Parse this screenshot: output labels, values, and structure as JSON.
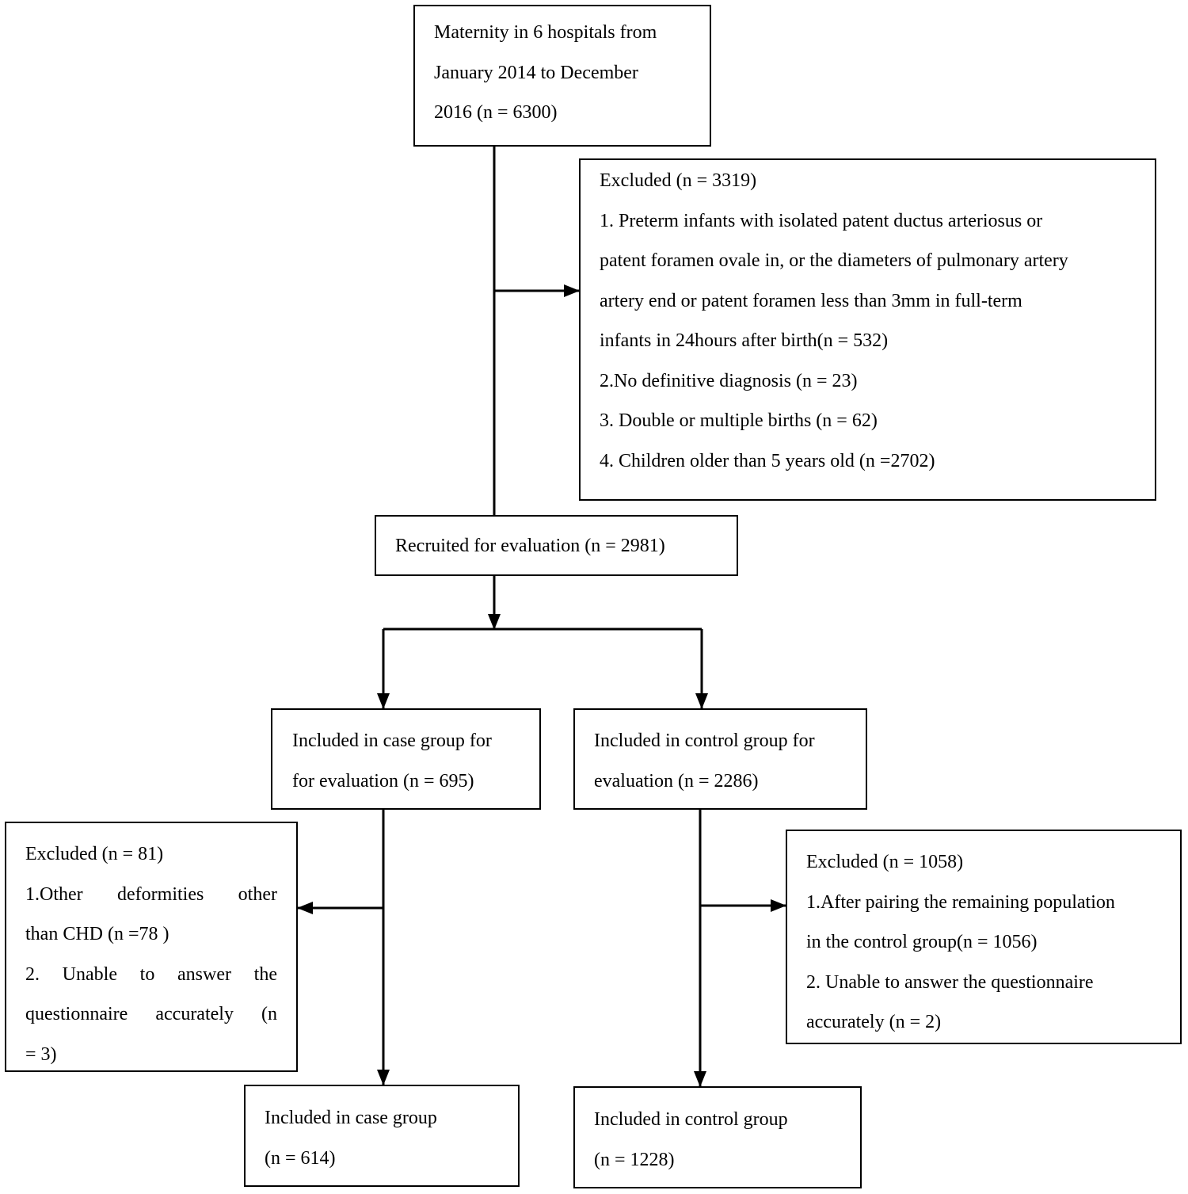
{
  "boxes": {
    "maternity": {
      "lines": [
        "Maternity in 6 hospitals from",
        "January 2014 to December",
        "2016 (n = 6300)"
      ]
    },
    "excluded_main": {
      "lines": [
        "Excluded (n = 3319)",
        "1. Preterm infants with isolated patent ductus arteriosus or",
        "patent foramen ovale in, or the diameters of pulmonary artery",
        "artery end or patent foramen less than 3mm in full-term",
        "infants in 24hours after birth(n = 532)",
        "2.No definitive diagnosis (n = 23)",
        "3. Double or multiple births (n = 62)",
        "4. Children older than 5 years old (n =2702)"
      ]
    },
    "recruited": {
      "lines": [
        "Recruited for evaluation (n = 2981)"
      ]
    },
    "case_eval": {
      "lines": [
        "Included in case group for",
        "for evaluation (n = 695)"
      ]
    },
    "control_eval": {
      "lines": [
        "Included in control group for",
        "evaluation (n = 2286)"
      ]
    },
    "excluded_case": {
      "lines": [
        "Excluded (n = 81)",
        "1.Other deformities other",
        "than CHD (n =78 )",
        "2. Unable to answer the",
        "questionnaire accurately (n",
        "= 3)"
      ]
    },
    "excluded_control": {
      "lines": [
        "Excluded (n = 1058)",
        "1.After pairing the remaining population",
        "in the control group(n = 1056)",
        "2. Unable to answer the questionnaire",
        "accurately (n = 2)"
      ]
    },
    "case_final": {
      "lines": [
        "Included in case group",
        "(n = 614)"
      ]
    },
    "control_final": {
      "lines": [
        "Included in control group",
        "(n = 1228)"
      ]
    }
  }
}
